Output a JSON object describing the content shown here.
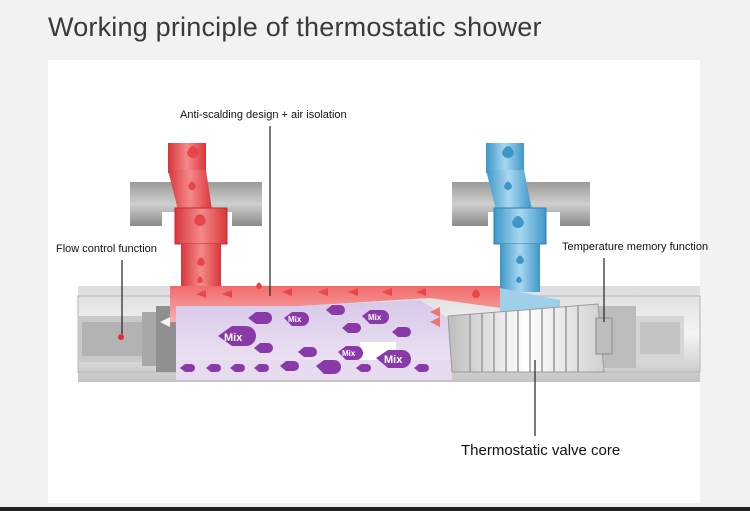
{
  "title": "Working principle of thermostatic shower",
  "labels": {
    "anti_scalding": "Anti-scalding design + air isolation",
    "flow_control": "Flow control function",
    "temperature_memory": "Temperature memory function",
    "valve_core": "Thermostatic valve core"
  },
  "mix_label": "Mix",
  "colors": {
    "hot": "#e8474a",
    "cold": "#5ab0dc",
    "mix": "#8a3aa8",
    "body": "#cfcfcf"
  }
}
